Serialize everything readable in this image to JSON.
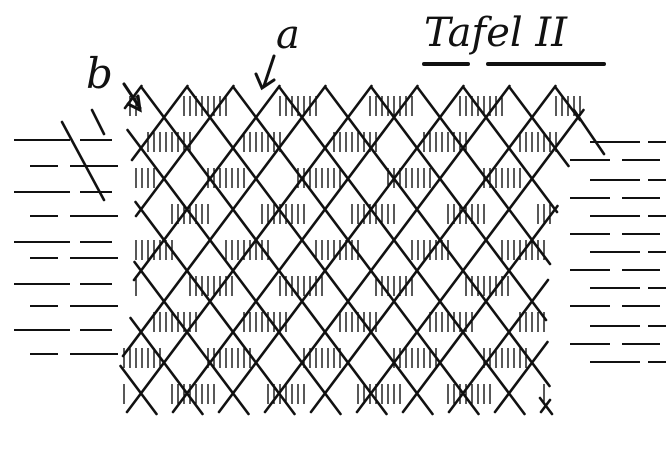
{
  "title": "Tafel II",
  "labels": {
    "a": "a",
    "b": "b"
  },
  "colors": {
    "ink": "#111111",
    "paper": "#ffffff"
  }
}
